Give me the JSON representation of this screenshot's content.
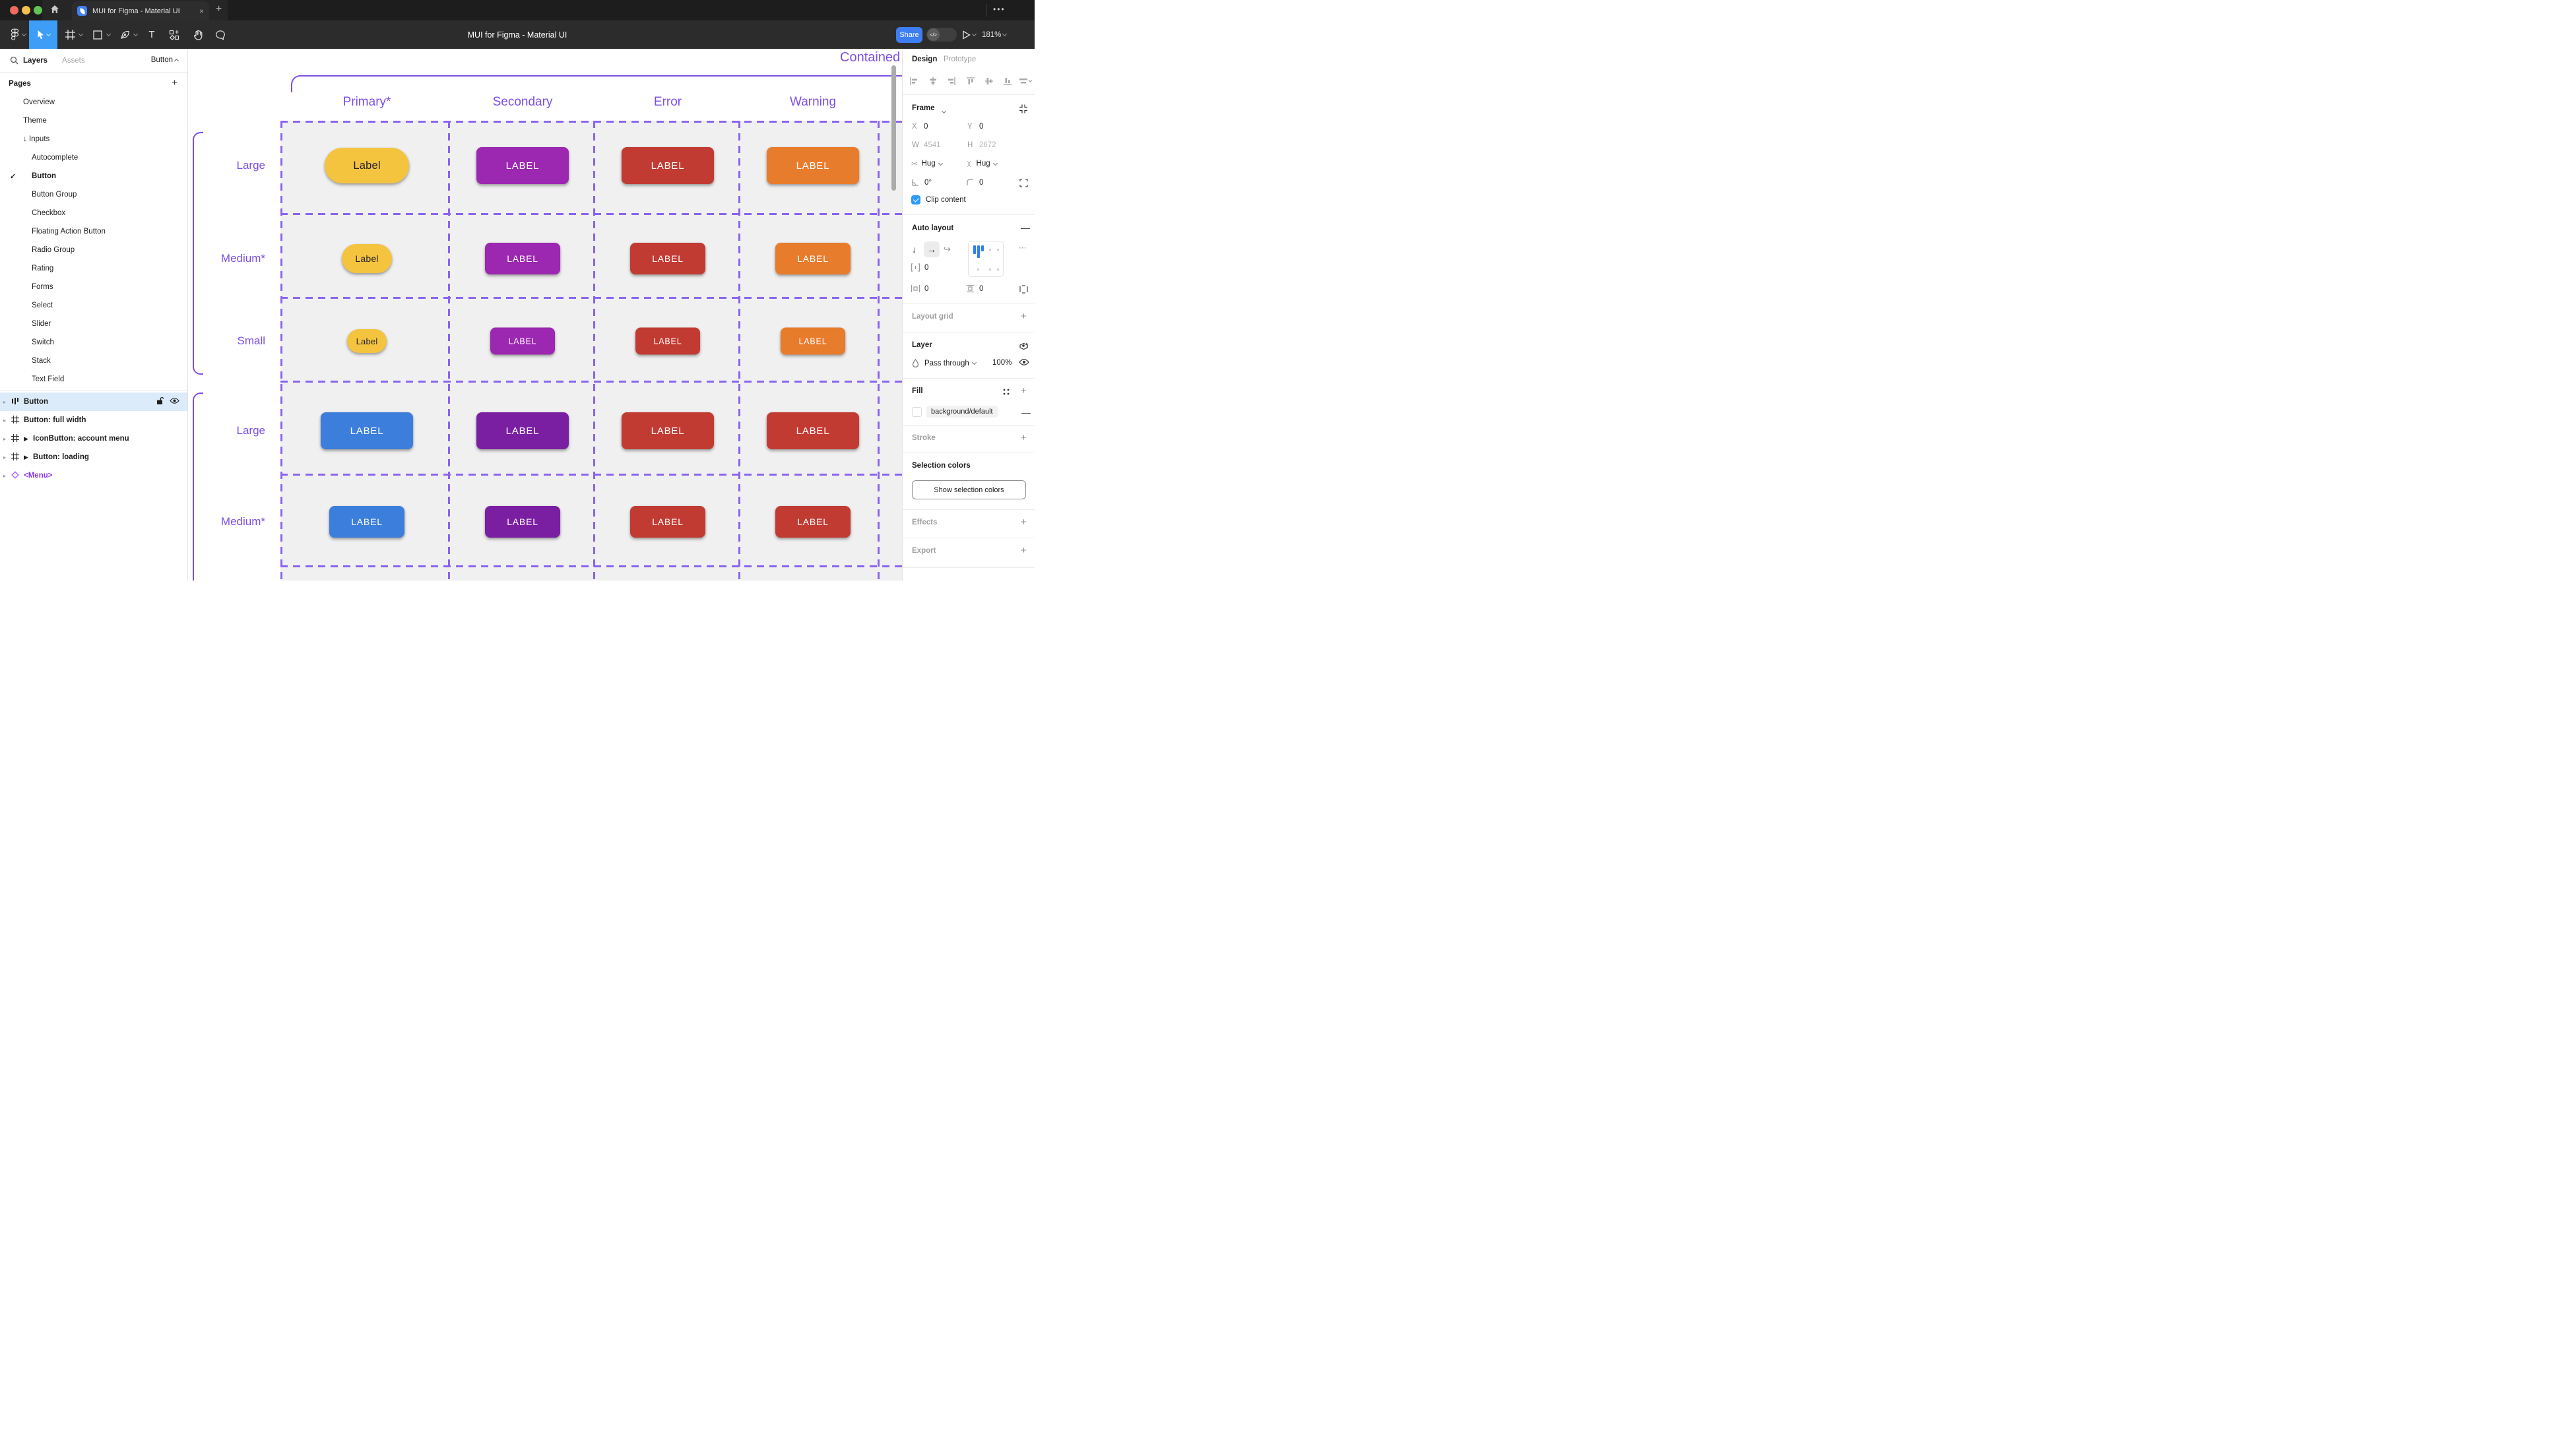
{
  "window": {
    "tab_title": "MUI for Figma - Material UI",
    "close_glyph": "×",
    "new_tab_glyph": "+",
    "menu_glyph": "•••",
    "traffic_lights": [
      "#ec6a5e",
      "#f5bf4f",
      "#61c454"
    ]
  },
  "toolbar": {
    "document_title": "MUI for Figma - Material UI",
    "share_label": "Share",
    "dev_mode_glyph": "</>",
    "zoom_level": "181%"
  },
  "sidebar": {
    "tabs": {
      "layers": "Layers",
      "assets": "Assets"
    },
    "page_selector": "Button",
    "pages_header": "Pages",
    "pages": [
      {
        "label": "Overview",
        "indent": 1
      },
      {
        "label": "Theme",
        "indent": 1
      },
      {
        "label": "Inputs",
        "indent": 1,
        "prefix": "↓"
      },
      {
        "label": "Autocomplete",
        "indent": 2
      },
      {
        "label": "Button",
        "indent": 2,
        "selected": true,
        "check": "✓"
      },
      {
        "label": "Button Group",
        "indent": 2
      },
      {
        "label": "Checkbox",
        "indent": 2
      },
      {
        "label": "Floating Action Button",
        "indent": 2
      },
      {
        "label": "Radio Group",
        "indent": 2
      },
      {
        "label": "Rating",
        "indent": 2
      },
      {
        "label": "Forms",
        "indent": 2
      },
      {
        "label": "Select",
        "indent": 2
      },
      {
        "label": "Slider",
        "indent": 2
      },
      {
        "label": "Switch",
        "indent": 2
      },
      {
        "label": "Stack",
        "indent": 2
      },
      {
        "label": "Text Field",
        "indent": 2
      }
    ],
    "layers": [
      {
        "label": "Button",
        "icon": "auto-layout",
        "selected": true
      },
      {
        "label": "Button: full width",
        "icon": "frame"
      },
      {
        "label": "IconButton: account menu",
        "icon": "frame",
        "marker": "▶"
      },
      {
        "label": "Button: loading",
        "icon": "frame",
        "marker": "▶"
      },
      {
        "label": "<Menu>",
        "icon": "component",
        "purple": true
      }
    ]
  },
  "canvas": {
    "frame_title": "Contained",
    "column_headers": [
      "Primary*",
      "Secondary",
      "Error",
      "Warning"
    ],
    "grid_rows": [
      {
        "label": "Large",
        "size": "large",
        "cells": [
          "yellow",
          "purple",
          "red",
          "orange"
        ]
      },
      {
        "label": "Medium*",
        "size": "medium",
        "cells": [
          "yellow",
          "purple",
          "red",
          "orange"
        ]
      },
      {
        "label": "Small",
        "size": "small",
        "cells": [
          "yellow",
          "purple",
          "red",
          "orange"
        ]
      },
      {
        "label": "Large",
        "size": "large",
        "cells": [
          "blue",
          "purple_dark",
          "red",
          "red"
        ]
      },
      {
        "label": "Medium*",
        "size": "medium",
        "cells": [
          "blue",
          "purple_dark",
          "red",
          "red"
        ]
      }
    ],
    "button_labels": {
      "default": "LABEL",
      "yellow": "Label"
    },
    "button_colors": {
      "yellow": "#f4c43f",
      "purple": "#9c27b0",
      "red": "#c23b33",
      "orange": "#e87c2d",
      "blue": "#3c7edb",
      "purple_dark": "#7b1fa2"
    },
    "button_text_colors": {
      "default": "#ffffff",
      "yellow": "#211f26"
    },
    "annotation_color": "#7c4fe6"
  },
  "panel": {
    "tabs": {
      "design": "Design",
      "prototype": "Prototype"
    },
    "frame": {
      "title": "Frame",
      "x_label": "X",
      "x_value": "0",
      "y_label": "Y",
      "y_value": "0",
      "w_label": "W",
      "w_value": "4541",
      "h_label": "H",
      "h_value": "2672",
      "hug_h": "Hug",
      "hug_v": "Hug",
      "rotation": "0°",
      "corner_radius": "0",
      "clip_label": "Clip content"
    },
    "auto_layout": {
      "title": "Auto layout",
      "gap": "0",
      "pad_h": "0",
      "pad_v": "0"
    },
    "layout_grid": {
      "title": "Layout grid"
    },
    "layer": {
      "title": "Layer",
      "blend_mode": "Pass through",
      "opacity": "100%"
    },
    "fill": {
      "title": "Fill",
      "token": "background/default"
    },
    "stroke": {
      "title": "Stroke"
    },
    "selection_colors": {
      "title": "Selection colors",
      "button_label": "Show selection colors"
    },
    "effects": {
      "title": "Effects"
    },
    "export": {
      "title": "Export"
    }
  }
}
